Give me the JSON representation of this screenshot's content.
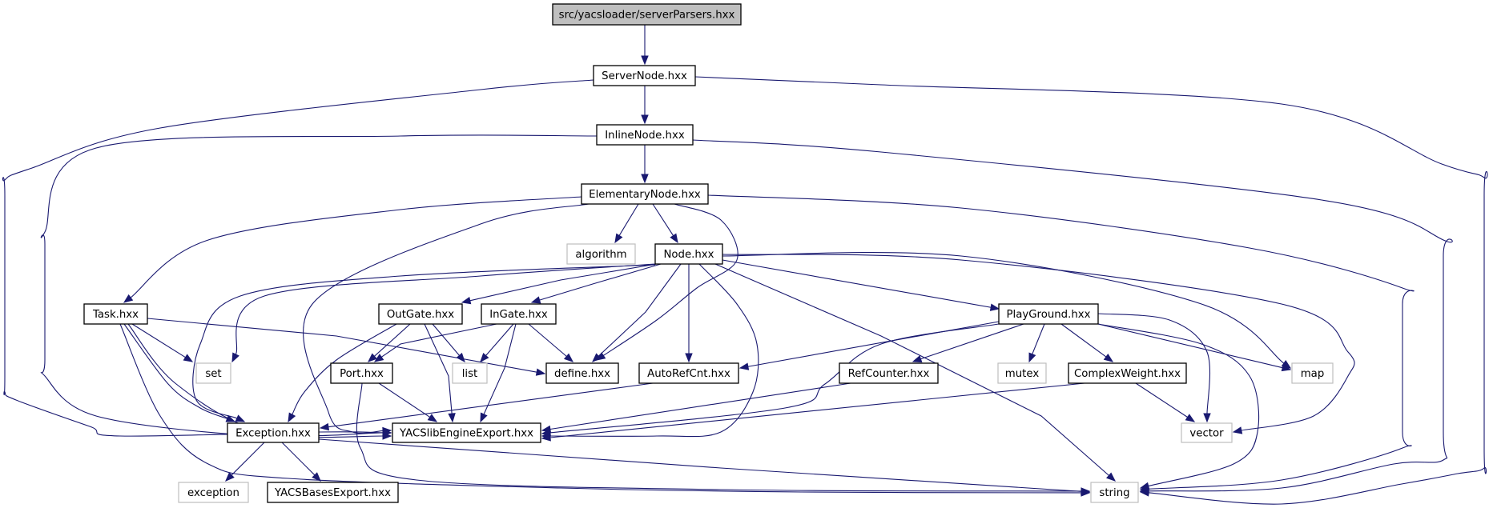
{
  "diagram": {
    "type": "include-dependency-graph",
    "colors": {
      "edge": "#191970",
      "root_fill": "#bfbfbf",
      "root_border": "#000000",
      "documented_border": "#000000",
      "external_border": "#bfbfbf",
      "node_fill": "#ffffff",
      "text": "#000000"
    },
    "nodes": [
      {
        "id": "root",
        "label": "src/yacsloader/serverParsers.hxx",
        "kind": "root"
      },
      {
        "id": "ServerNode",
        "label": "ServerNode.hxx",
        "kind": "documented"
      },
      {
        "id": "InlineNode",
        "label": "InlineNode.hxx",
        "kind": "documented"
      },
      {
        "id": "ElementaryNode",
        "label": "ElementaryNode.hxx",
        "kind": "documented"
      },
      {
        "id": "algorithm",
        "label": "algorithm",
        "kind": "external"
      },
      {
        "id": "Node",
        "label": "Node.hxx",
        "kind": "documented"
      },
      {
        "id": "Task",
        "label": "Task.hxx",
        "kind": "documented"
      },
      {
        "id": "OutGate",
        "label": "OutGate.hxx",
        "kind": "documented"
      },
      {
        "id": "InGate",
        "label": "InGate.hxx",
        "kind": "documented"
      },
      {
        "id": "PlayGround",
        "label": "PlayGround.hxx",
        "kind": "documented"
      },
      {
        "id": "set",
        "label": "set",
        "kind": "external"
      },
      {
        "id": "Port",
        "label": "Port.hxx",
        "kind": "documented"
      },
      {
        "id": "list",
        "label": "list",
        "kind": "external"
      },
      {
        "id": "define",
        "label": "define.hxx",
        "kind": "documented"
      },
      {
        "id": "AutoRefCnt",
        "label": "AutoRefCnt.hxx",
        "kind": "documented"
      },
      {
        "id": "RefCounter",
        "label": "RefCounter.hxx",
        "kind": "documented"
      },
      {
        "id": "mutex",
        "label": "mutex",
        "kind": "external"
      },
      {
        "id": "ComplexWeight",
        "label": "ComplexWeight.hxx",
        "kind": "documented"
      },
      {
        "id": "map",
        "label": "map",
        "kind": "external"
      },
      {
        "id": "Exception",
        "label": "Exception.hxx",
        "kind": "documented"
      },
      {
        "id": "YACSlibEngineExport",
        "label": "YACSlibEngineExport.hxx",
        "kind": "documented"
      },
      {
        "id": "vector",
        "label": "vector",
        "kind": "external"
      },
      {
        "id": "exception",
        "label": "exception",
        "kind": "external"
      },
      {
        "id": "YACSBasesExport",
        "label": "YACSBasesExport.hxx",
        "kind": "documented"
      },
      {
        "id": "string",
        "label": "string",
        "kind": "external"
      }
    ],
    "edges": [
      {
        "from": "root",
        "to": "ServerNode"
      },
      {
        "from": "ServerNode",
        "to": "InlineNode"
      },
      {
        "from": "ServerNode",
        "to": "YACSlibEngineExport"
      },
      {
        "from": "ServerNode",
        "to": "string"
      },
      {
        "from": "InlineNode",
        "to": "ElementaryNode"
      },
      {
        "from": "InlineNode",
        "to": "YACSlibEngineExport"
      },
      {
        "from": "InlineNode",
        "to": "string"
      },
      {
        "from": "ElementaryNode",
        "to": "Task"
      },
      {
        "from": "ElementaryNode",
        "to": "algorithm"
      },
      {
        "from": "ElementaryNode",
        "to": "Node"
      },
      {
        "from": "ElementaryNode",
        "to": "define"
      },
      {
        "from": "ElementaryNode",
        "to": "YACSlibEngineExport"
      },
      {
        "from": "ElementaryNode",
        "to": "string"
      },
      {
        "from": "Node",
        "to": "OutGate"
      },
      {
        "from": "Node",
        "to": "InGate"
      },
      {
        "from": "Node",
        "to": "PlayGround"
      },
      {
        "from": "Node",
        "to": "set"
      },
      {
        "from": "Node",
        "to": "define"
      },
      {
        "from": "Node",
        "to": "AutoRefCnt"
      },
      {
        "from": "Node",
        "to": "Exception"
      },
      {
        "from": "Node",
        "to": "YACSlibEngineExport"
      },
      {
        "from": "Node",
        "to": "map"
      },
      {
        "from": "Node",
        "to": "vector"
      },
      {
        "from": "Node",
        "to": "string"
      },
      {
        "from": "Task",
        "to": "set"
      },
      {
        "from": "Task",
        "to": "define"
      },
      {
        "from": "Task",
        "to": "YACSlibEngineExport"
      },
      {
        "from": "Task",
        "to": "Exception"
      },
      {
        "from": "Task",
        "to": "string"
      },
      {
        "from": "OutGate",
        "to": "Port"
      },
      {
        "from": "OutGate",
        "to": "list"
      },
      {
        "from": "OutGate",
        "to": "Exception"
      },
      {
        "from": "OutGate",
        "to": "YACSlibEngineExport"
      },
      {
        "from": "InGate",
        "to": "Port"
      },
      {
        "from": "InGate",
        "to": "list"
      },
      {
        "from": "InGate",
        "to": "define"
      },
      {
        "from": "InGate",
        "to": "YACSlibEngineExport"
      },
      {
        "from": "PlayGround",
        "to": "AutoRefCnt"
      },
      {
        "from": "PlayGround",
        "to": "RefCounter"
      },
      {
        "from": "PlayGround",
        "to": "mutex"
      },
      {
        "from": "PlayGround",
        "to": "ComplexWeight"
      },
      {
        "from": "PlayGround",
        "to": "map"
      },
      {
        "from": "PlayGround",
        "to": "vector"
      },
      {
        "from": "PlayGround",
        "to": "string"
      },
      {
        "from": "PlayGround",
        "to": "YACSlibEngineExport"
      },
      {
        "from": "Port",
        "to": "YACSlibEngineExport"
      },
      {
        "from": "Port",
        "to": "string"
      },
      {
        "from": "AutoRefCnt",
        "to": "Exception"
      },
      {
        "from": "RefCounter",
        "to": "YACSlibEngineExport"
      },
      {
        "from": "ComplexWeight",
        "to": "YACSlibEngineExport"
      },
      {
        "from": "ComplexWeight",
        "to": "vector"
      },
      {
        "from": "Exception",
        "to": "exception"
      },
      {
        "from": "Exception",
        "to": "YACSBasesExport"
      },
      {
        "from": "Exception",
        "to": "string"
      }
    ]
  }
}
